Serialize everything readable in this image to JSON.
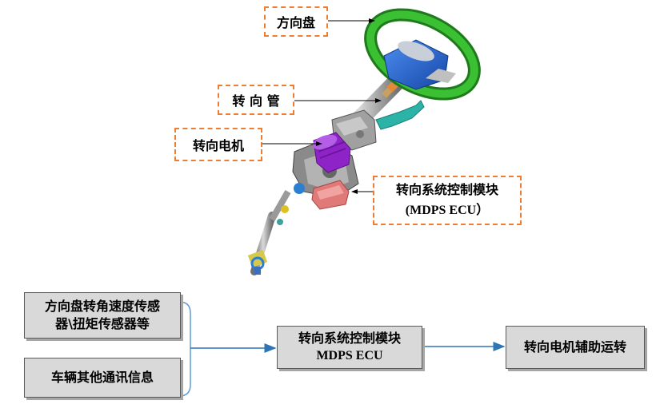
{
  "colors": {
    "callout_border": "#ed7d31",
    "arrow": "#2e75b6",
    "box_fill": "#d9d9d9",
    "wheel": "#2e9e2a",
    "hub": "#1f5fbf",
    "motor": "#8e24c8",
    "ecu": "#e07a78",
    "bracket": "#2bb3a8"
  },
  "callouts": {
    "steering_wheel": "方向盘",
    "steering_column": "转 向 管",
    "steering_motor": "转向电机",
    "control_module_line1": "转向系统控制模块",
    "control_module_line2": "(MDPS ECU）"
  },
  "flow": {
    "input_sensors_line1": "方向盘转角速度传感",
    "input_sensors_line2": "器\\扭矩传感器等",
    "input_vehicle": "车辆其他通讯信息",
    "ecu_line1": "转向系统控制模块",
    "ecu_line2": "MDPS ECU",
    "output": "转向电机辅助运转"
  }
}
